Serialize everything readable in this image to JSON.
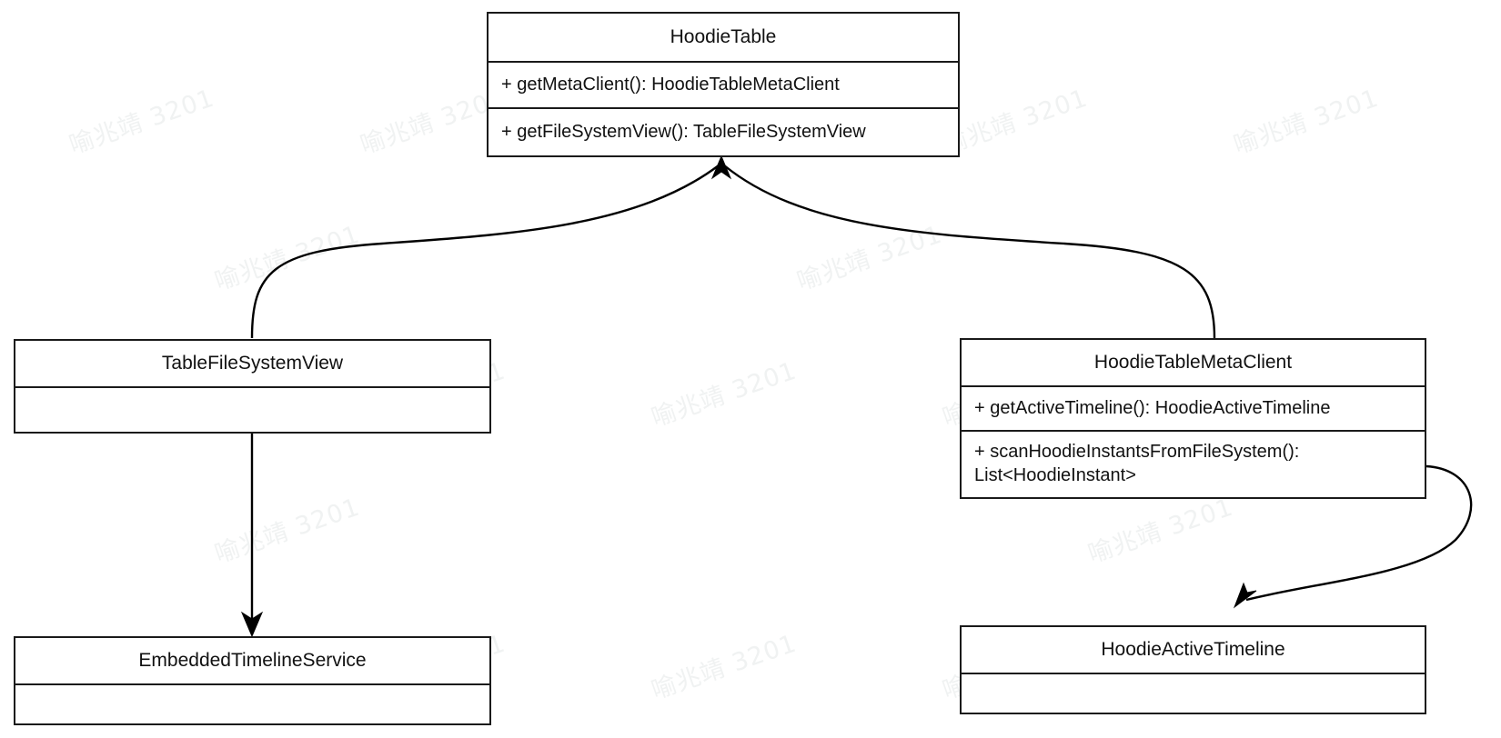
{
  "diagram": {
    "type": "uml-class-diagram",
    "background_color": "#ffffff",
    "line_color": "#000000",
    "text_color": "#111111",
    "watermark": {
      "text": "喻兆靖 3201",
      "color": "#f0f2f2",
      "rotation_deg": -19,
      "repetitions": 20
    },
    "classes": [
      {
        "id": "hoodie-table",
        "name": "HoodieTable",
        "compartments": [
          "+ getMetaClient(): HoodieTableMetaClient",
          "+ getFileSystemView(): TableFileSystemView"
        ]
      },
      {
        "id": "table-file-system-view",
        "name": "TableFileSystemView",
        "compartments": [
          ""
        ]
      },
      {
        "id": "hoodie-table-meta-client",
        "name": "HoodieTableMetaClient",
        "compartments": [
          "+ getActiveTimeline(): HoodieActiveTimeline",
          "+ scanHoodieInstantsFromFileSystem():\nList<HoodieInstant>"
        ]
      },
      {
        "id": "embedded-timeline-service",
        "name": "EmbeddedTimelineService",
        "compartments": [
          ""
        ]
      },
      {
        "id": "hoodie-active-timeline",
        "name": "HoodieActiveTimeline",
        "compartments": [
          ""
        ]
      }
    ],
    "relationships": [
      {
        "id": "edge-tfsv-to-hoodietable",
        "from": "table-file-system-view",
        "to": "hoodie-table",
        "arrow": "open-arrow",
        "style": "curved"
      },
      {
        "id": "edge-metaclient-to-hoodietable",
        "from": "hoodie-table-meta-client",
        "to": "hoodie-table",
        "arrow": "open-arrow",
        "style": "curved"
      },
      {
        "id": "edge-tfsv-to-embedded",
        "from": "table-file-system-view",
        "to": "embedded-timeline-service",
        "arrow": "open-arrow",
        "style": "straight"
      },
      {
        "id": "edge-metaclient-to-activetimeline",
        "from": "hoodie-table-meta-client",
        "to": "hoodie-active-timeline",
        "arrow": "open-arrow",
        "style": "curved"
      }
    ]
  }
}
